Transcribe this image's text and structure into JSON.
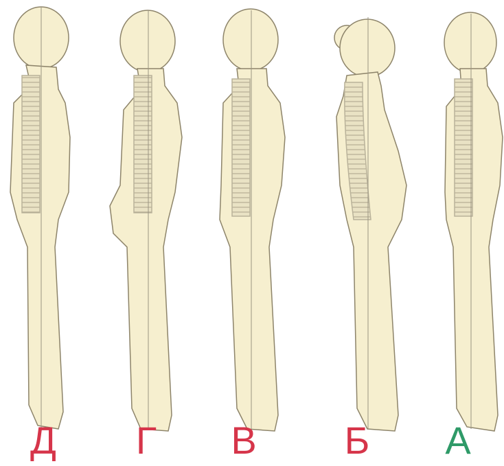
{
  "figures": [
    {
      "label": "Д",
      "label_color": "#d6354a",
      "posture": "figure-d"
    },
    {
      "label": "Г",
      "label_color": "#d6354a",
      "posture": "figure-g"
    },
    {
      "label": "В",
      "label_color": "#d6354a",
      "posture": "figure-v"
    },
    {
      "label": "Б",
      "label_color": "#d6354a",
      "posture": "figure-b"
    },
    {
      "label": "А",
      "label_color": "#2f9a68",
      "posture": "figure-a"
    }
  ],
  "colors": {
    "skin": "#f6efcf",
    "outline": "#8d846a",
    "spine": "#b9b29a",
    "plumb_line": "#9a9482"
  }
}
